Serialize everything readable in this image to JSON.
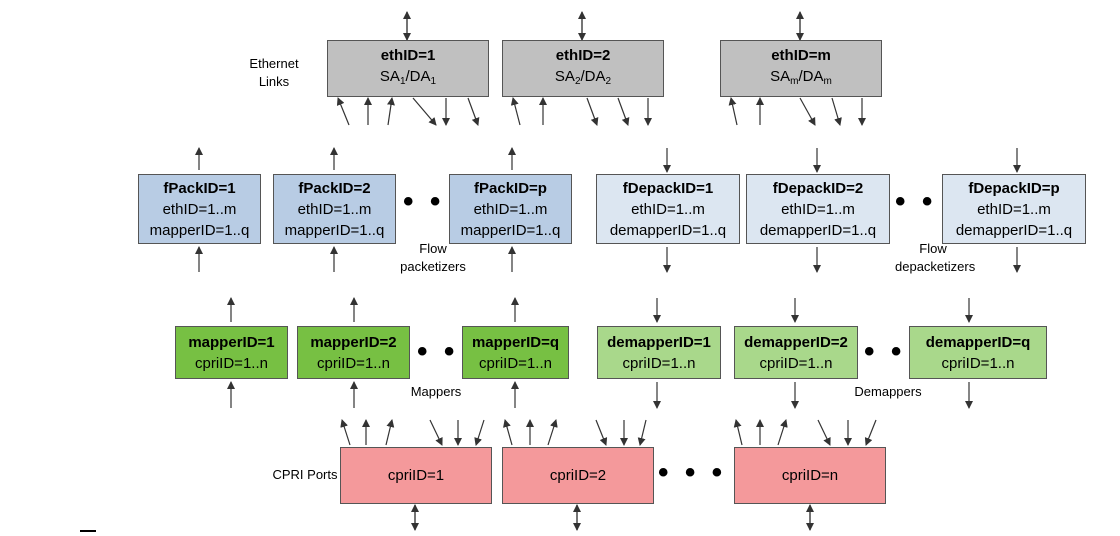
{
  "labels": {
    "ethernet_links": "Ethernet Links",
    "flow_packetizers": "Flow packetizers",
    "flow_depacketizers": "Flow depacketizers",
    "mappers": "Mappers",
    "demappers": "Demappers",
    "cpri_ports": "CPRI Ports"
  },
  "ellipsis": "• • •",
  "eth": [
    {
      "title": "ethID=1",
      "sa": "SA",
      "sa_sub": "1",
      "da": "/DA",
      "da_sub": "1"
    },
    {
      "title": "ethID=2",
      "sa": "SA",
      "sa_sub": "2",
      "da": "/DA",
      "da_sub": "2"
    },
    {
      "title": "ethID=m",
      "sa": "SA",
      "sa_sub": "m",
      "da": "/DA",
      "da_sub": "m"
    }
  ],
  "packetizers": [
    {
      "title": "fPackID=1",
      "line1": "ethID=1..m",
      "line2": "mapperID=1..q"
    },
    {
      "title": "fPackID=2",
      "line1": "ethID=1..m",
      "line2": "mapperID=1..q"
    },
    {
      "title": "fPackID=p",
      "line1": "ethID=1..m",
      "line2": "mapperID=1..q"
    }
  ],
  "depacketizers": [
    {
      "title": "fDepackID=1",
      "line1": "ethID=1..m",
      "line2": "demapperID=1..q"
    },
    {
      "title": "fDepackID=2",
      "line1": "ethID=1..m",
      "line2": "demapperID=1..q"
    },
    {
      "title": "fDepackID=p",
      "line1": "ethID=1..m",
      "line2": "demapperID=1..q"
    }
  ],
  "mappers": [
    {
      "title": "mapperID=1",
      "line1": "cpriID=1..n"
    },
    {
      "title": "mapperID=2",
      "line1": "cpriID=1..n"
    },
    {
      "title": "mapperID=q",
      "line1": "cpriID=1..n"
    }
  ],
  "demappers": [
    {
      "title": "demapperID=1",
      "line1": "cpriID=1..n"
    },
    {
      "title": "demapperID=2",
      "line1": "cpriID=1..n"
    },
    {
      "title": "demapperID=q",
      "line1": "cpriID=1..n"
    }
  ],
  "cpri": [
    {
      "title": "cpriID=1"
    },
    {
      "title": "cpriID=2"
    },
    {
      "title": "cpriID=n"
    }
  ],
  "colors": {
    "ethernet": "#c0c0c0",
    "packetizer": "#b8cce4",
    "depacketizer": "#dce6f1",
    "mapper": "#77c043",
    "demapper": "#a9d88b",
    "cpri": "#f4999b"
  }
}
